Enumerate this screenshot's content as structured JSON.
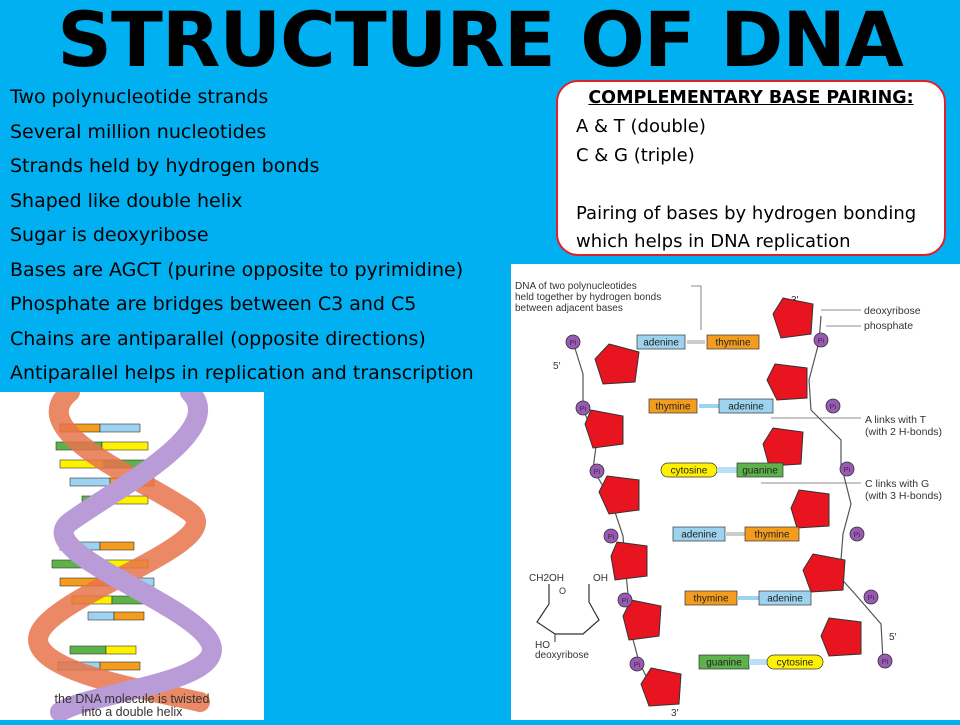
{
  "slide": {
    "title": "STRUCTURE OF DNA",
    "bullets": [
      "Two polynucleotide strands",
      "Several million nucleotides",
      "Strands held by hydrogen bonds",
      "Shaped like double helix",
      "Sugar is deoxyribose",
      "Bases are AGCT (purine opposite to pyrimidine)",
      "Phosphate are bridges between C3 and C5",
      "Chains are antiparallel (opposite directions)",
      "Antiparallel helps in replication and transcription"
    ],
    "callout": {
      "heading": "COMPLEMENTARY BASE PAIRING:",
      "line1": "A & T (double)",
      "line2": "C & G (triple)",
      "line3": "Pairing of bases by hydrogen bonding",
      "line4": "which helps in DNA replication"
    }
  },
  "helix_figure": {
    "caption_line1": "the DNA molecule is twisted",
    "caption_line2": "into a double helix"
  },
  "ladder_figure": {
    "annotation_line1": "DNA of two polynucleotides",
    "annotation_line2": "held together by hydrogen bonds",
    "annotation_line3": "between adjacent bases",
    "label_deoxyribose": "deoxyribose",
    "label_phosphate": "phosphate",
    "label_at_line1": "A links with T",
    "label_at_line2": "(with 2 H-bonds)",
    "label_cg_line1": "C links with G",
    "label_cg_line2": "(with 3 H-bonds)",
    "end_3_top": "3′",
    "end_5_left": "5′",
    "end_5_right": "5′",
    "end_3_bottom": "3′",
    "phosphate_symbol": "Pi",
    "sugar_ch2oh": "CH2OH",
    "sugar_oh": "OH",
    "sugar_o": "O",
    "sugar_ho": "HO",
    "sugar_name": "deoxyribose",
    "pairs": [
      {
        "left": "adenine",
        "right": "thymine"
      },
      {
        "left": "thymine",
        "right": "adenine"
      },
      {
        "left": "cytosine",
        "right": "guanine"
      },
      {
        "left": "adenine",
        "right": "thymine"
      },
      {
        "left": "thymine",
        "right": "adenine"
      },
      {
        "left": "guanine",
        "right": "cytosine"
      }
    ],
    "colors": {
      "adenine": "#9DD3EE",
      "thymine": "#F39C1E",
      "cytosine": "#FFF200",
      "guanine": "#5DB24B",
      "sugar": "#E8141F",
      "phosphate": "#9B59B6"
    }
  },
  "theme": {
    "background": "#00B0F0",
    "callout_border": "#E0202A"
  }
}
